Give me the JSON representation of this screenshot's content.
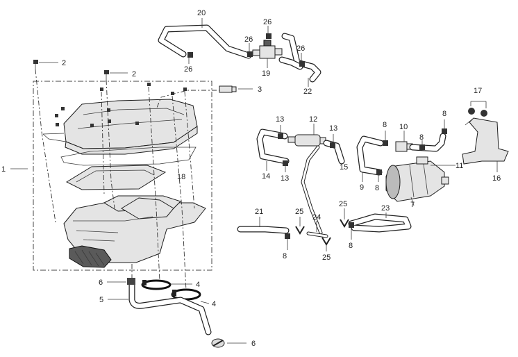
{
  "diagram": {
    "callouts": {
      "c1": "1",
      "c2a": "2",
      "c2b": "2",
      "c3": "3",
      "c4a": "4",
      "c4b": "4",
      "c5": "5",
      "c6a": "6",
      "c6b": "6",
      "c7": "7",
      "c8a": "8",
      "c8b": "8",
      "c8c": "8",
      "c8d": "8",
      "c8e": "8",
      "c8f": "8",
      "c9": "9",
      "c10": "10",
      "c11": "11",
      "c12": "12",
      "c13a": "13",
      "c13b": "13",
      "c13c": "13",
      "c14": "14",
      "c15": "15",
      "c16": "16",
      "c17": "17",
      "c18": "18",
      "c19": "19",
      "c20": "20",
      "c21": "21",
      "c22": "22",
      "c23": "23",
      "c24": "24",
      "c25a": "25",
      "c25b": "25",
      "c25c": "25",
      "c26a": "26",
      "c26b": "26",
      "c26c": "26",
      "c26d": "26"
    }
  }
}
